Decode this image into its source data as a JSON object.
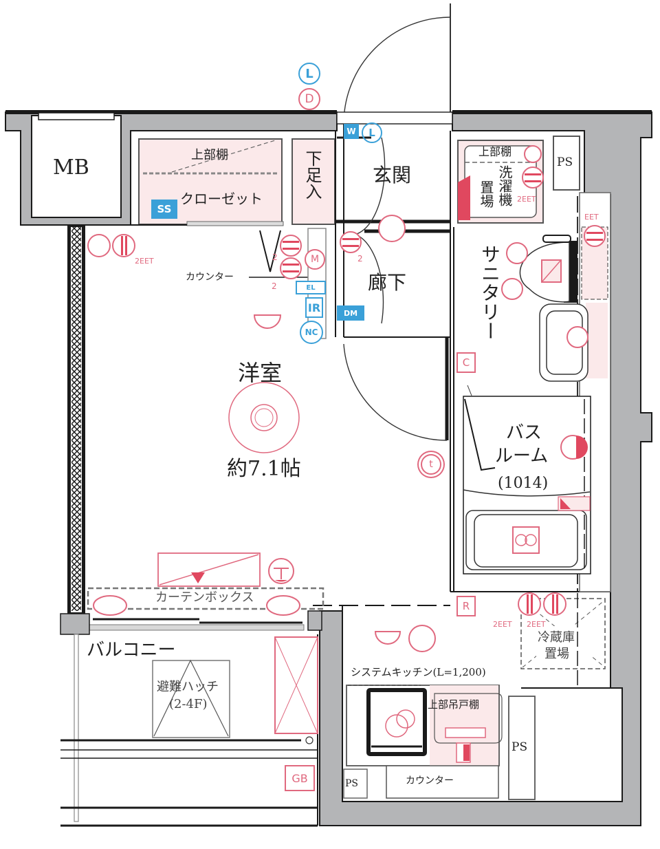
{
  "plan": {
    "rooms": {
      "western_room": {
        "name": "洋室",
        "size": "約7.1帖"
      },
      "entrance": "玄関",
      "hallway": "廊下",
      "sanitary": "サニタリー",
      "bathroom": {
        "name_line1": "バス",
        "name_line2": "ルーム",
        "size": "(1014)"
      },
      "closet": "クローゼット",
      "closet_upper_shelf": "上部棚",
      "shoe_box": "下足入",
      "balcony": "バルコニー",
      "meter_box": "MB"
    },
    "fixtures": {
      "counter_room": "カウンター",
      "curtain_box": "カーテンボックス",
      "evac_hatch_line1": "避難ハッチ",
      "evac_hatch_line2": "(2-4F)",
      "washer_upper_shelf": "上部棚",
      "washer_place_1": "洗濯機",
      "washer_place_2": "置場",
      "fridge_place_1": "冷蔵庫",
      "fridge_place_2": "置場",
      "system_kitchen": "システムキッチン(L=1,200)",
      "kitchen_upper_cabinet": "上部吊戸棚",
      "kitchen_counter": "カウンター",
      "ps_top": "PS",
      "ps_kitchen_right": "PS",
      "ps_kitchen_left": "PS"
    },
    "symbols": {
      "ss": "SS",
      "w": "W",
      "l_entry": "L",
      "l_top": "L",
      "d_top": "D",
      "el": "EL",
      "ir": "IR",
      "nc": "NC",
      "dm": "DM",
      "m": "M",
      "c": "C",
      "r": "R",
      "gb": "GB",
      "t": "t",
      "outlet_2eet_room": "2EET",
      "outlet_2eet_washer": "2EET",
      "outlet_eet_sanitary": "EET",
      "outlet_2eet_kitchen_a": "2EET",
      "outlet_2eet_kitchen_b": "2EET",
      "count_2_a": "2",
      "count_2_b": "2",
      "count_2_c": "2"
    },
    "colors": {
      "wall": "#b4b5b7",
      "wall_edge": "#1a1a1a",
      "electric_pink": "#e0697f",
      "storage_fill": "#fbe9ea",
      "comm_blue": "#3aa0d8"
    }
  }
}
